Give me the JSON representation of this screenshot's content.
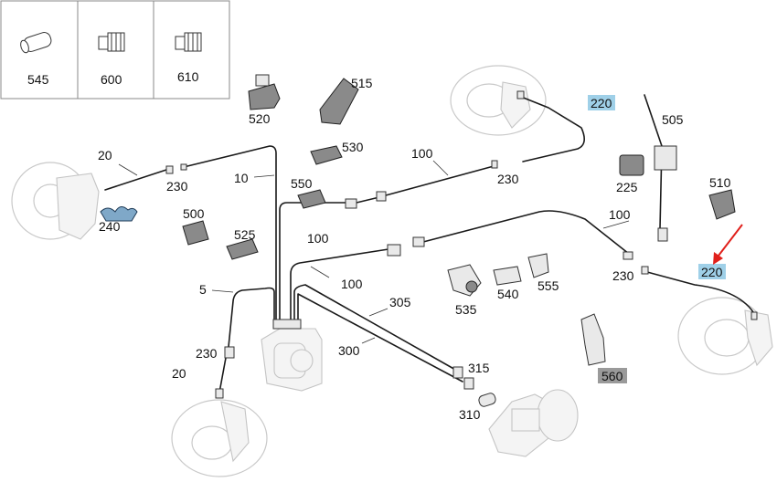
{
  "inset": {
    "items": [
      {
        "number": "545"
      },
      {
        "number": "600"
      },
      {
        "number": "610"
      }
    ]
  },
  "callouts": {
    "n20_top": "20",
    "n230_top_left": "230",
    "n10": "10",
    "n240": "240",
    "n520": "520",
    "n515": "515",
    "n530": "530",
    "n550": "550",
    "n500": "500",
    "n525": "525",
    "n100_a": "100",
    "n100_b": "100",
    "n100_c": "100",
    "n100_d": "100",
    "n230_top_mid": "230",
    "n220_top": "220",
    "n505": "505",
    "n225": "225",
    "n510": "510",
    "n230_right": "230",
    "n220_right": "220",
    "n5": "5",
    "n535": "535",
    "n540": "540",
    "n555": "555",
    "n305": "305",
    "n300": "300",
    "n315": "315",
    "n310": "310",
    "n230_bottom": "230",
    "n20_bottom": "20",
    "n560": "560"
  },
  "highlight_colors": {
    "selected": "#9fd0e8",
    "secondary": "#9a9a9a",
    "arrow": "#e0201b"
  }
}
